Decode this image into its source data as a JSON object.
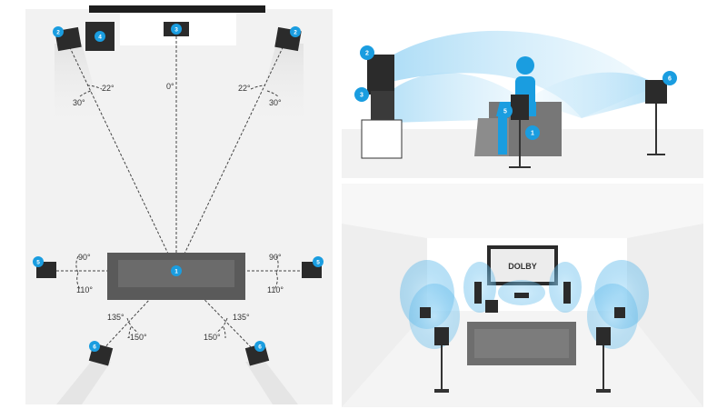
{
  "badges": {
    "listener": "1",
    "front_left": "2",
    "front_right": "2",
    "center": "3",
    "subwoofer": "4",
    "surround_left": "5",
    "surround_right": "5",
    "surround_back_left": "6",
    "surround_back_right": "6",
    "side_front_height": "2",
    "side_front": "3",
    "side_listener": "1",
    "side_surround": "5",
    "side_back_height": "6"
  },
  "angles": {
    "front_left_22": "22°",
    "front_left_30": "30°",
    "center_0": "0°",
    "front_right_22": "22°",
    "front_right_30": "30°",
    "left_90": "90°",
    "left_110": "110°",
    "right_90": "90°",
    "right_110": "110°",
    "back_left_135": "135°",
    "back_left_150": "-150°",
    "back_right_135": "135°",
    "back_right_150": "150°"
  },
  "tv_brand": "DOLBY",
  "colors": {
    "accent": "#1a9de0",
    "speaker": "#2b2b2b",
    "sofa": "#5a5a5a",
    "beam": "#bfe3f7",
    "floor": "#f2f2f2"
  }
}
